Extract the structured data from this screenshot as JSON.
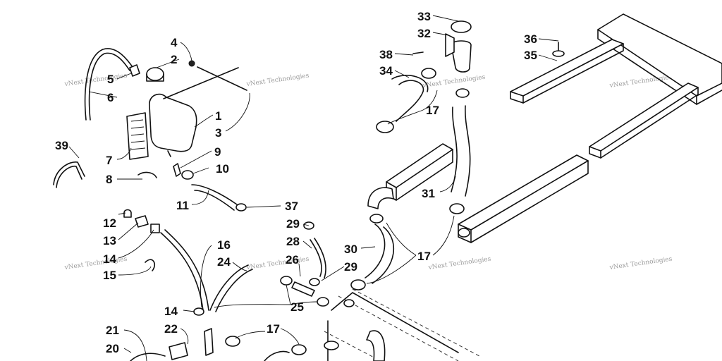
{
  "callouts": [
    {
      "id": "c33",
      "text": "33"
    },
    {
      "id": "c32",
      "text": "32"
    },
    {
      "id": "c38",
      "text": "38"
    },
    {
      "id": "c34",
      "text": "34"
    },
    {
      "id": "c36",
      "text": "36"
    },
    {
      "id": "c35",
      "text": "35"
    },
    {
      "id": "c4",
      "text": "4"
    },
    {
      "id": "c2",
      "text": "2"
    },
    {
      "id": "c5",
      "text": "5"
    },
    {
      "id": "c6",
      "text": "6"
    },
    {
      "id": "c1",
      "text": "1"
    },
    {
      "id": "c3",
      "text": "3"
    },
    {
      "id": "c17a",
      "text": "17"
    },
    {
      "id": "c39",
      "text": "39"
    },
    {
      "id": "c7",
      "text": "7"
    },
    {
      "id": "c9",
      "text": "9"
    },
    {
      "id": "c10",
      "text": "10"
    },
    {
      "id": "c8",
      "text": "8"
    },
    {
      "id": "c31",
      "text": "31"
    },
    {
      "id": "c11",
      "text": "11"
    },
    {
      "id": "c37",
      "text": "37"
    },
    {
      "id": "c12",
      "text": "12"
    },
    {
      "id": "c29a",
      "text": "29"
    },
    {
      "id": "c13",
      "text": "13"
    },
    {
      "id": "c28",
      "text": "28"
    },
    {
      "id": "c16",
      "text": "16"
    },
    {
      "id": "c30",
      "text": "30"
    },
    {
      "id": "c14a",
      "text": "14"
    },
    {
      "id": "c17b",
      "text": "17"
    },
    {
      "id": "c24",
      "text": "24"
    },
    {
      "id": "c26",
      "text": "26"
    },
    {
      "id": "c29b",
      "text": "29"
    },
    {
      "id": "c15",
      "text": "15"
    },
    {
      "id": "c25",
      "text": "25"
    },
    {
      "id": "c14b",
      "text": "14"
    },
    {
      "id": "c21",
      "text": "21"
    },
    {
      "id": "c22",
      "text": "22"
    },
    {
      "id": "c17c",
      "text": "17"
    },
    {
      "id": "c20",
      "text": "20"
    }
  ],
  "watermark": "vNext Technologies",
  "colors": {
    "ink": "#111111",
    "watermark": "#8a8a8a",
    "background": "#ffffff"
  }
}
